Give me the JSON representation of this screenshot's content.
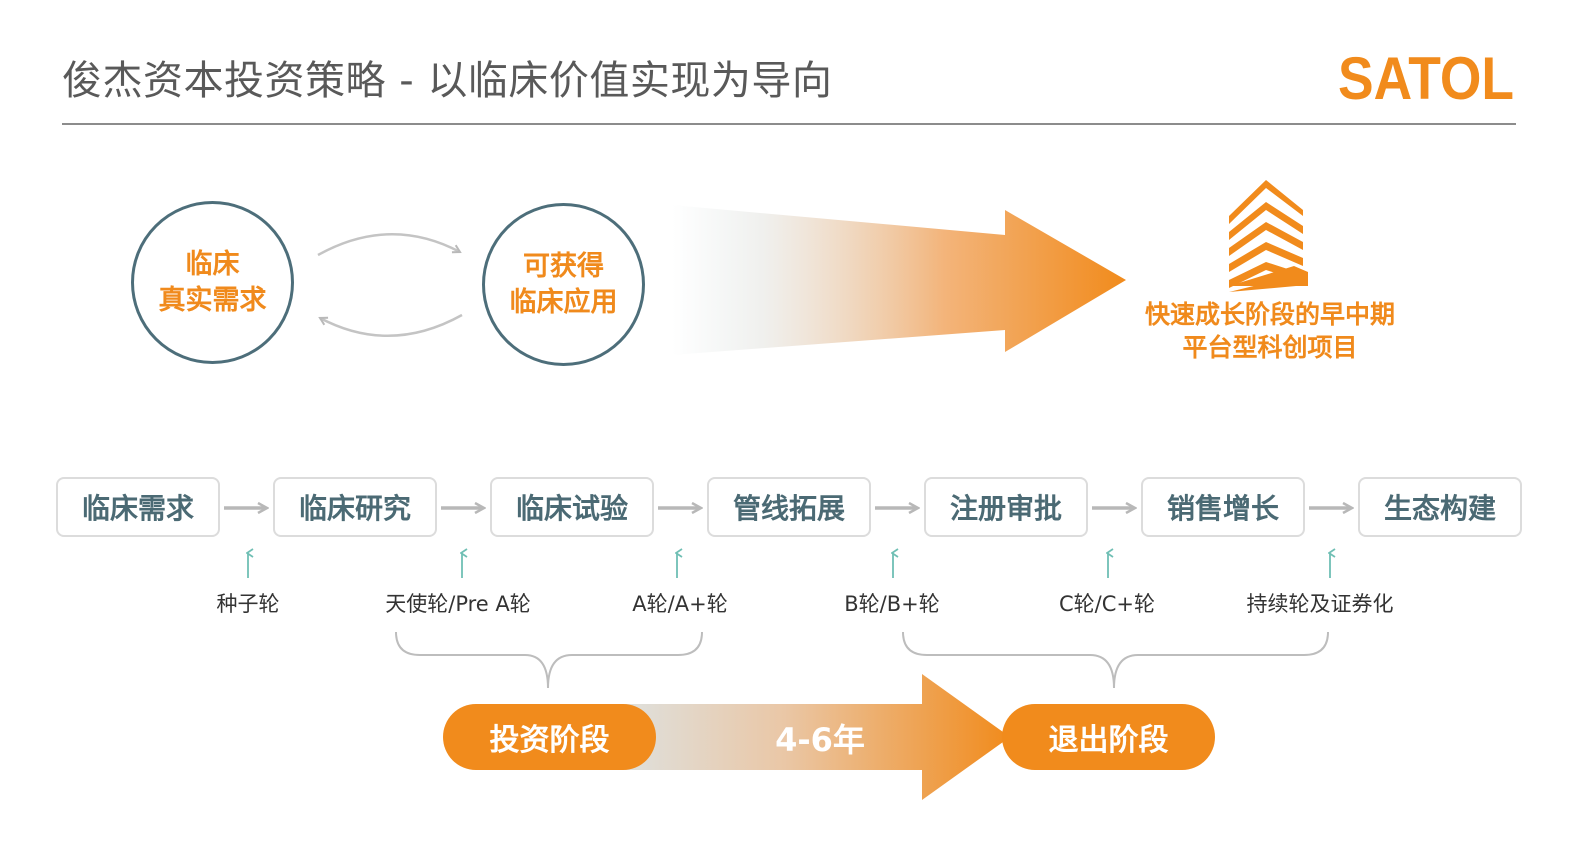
{
  "header": {
    "title": "俊杰资本投资策略 - 以临床价值实现为导向",
    "logo_text": "SATOL"
  },
  "concept": {
    "circle_left": [
      "临床",
      "真实需求"
    ],
    "circle_right": [
      "可获得",
      "临床应用"
    ],
    "target": [
      "快速成长阶段的早中期",
      "平台型科创项目"
    ]
  },
  "stages": [
    "临床需求",
    "临床研究",
    "临床试验",
    "管线拓展",
    "注册审批",
    "销售增长",
    "生态构建"
  ],
  "rounds": [
    "种子轮",
    "天使轮/Pre A轮",
    "A轮/A+轮",
    "B轮/B+轮",
    "C轮/C+轮",
    "持续轮及证券化"
  ],
  "phases": {
    "invest": "投资阶段",
    "duration": "4-6年",
    "exit": "退出阶段"
  },
  "colors": {
    "accent": "#f08a1c",
    "circle_border": "#4d6e7a",
    "stage_text": "#4b6a74",
    "teal_arrow": "#6fbfb4"
  }
}
